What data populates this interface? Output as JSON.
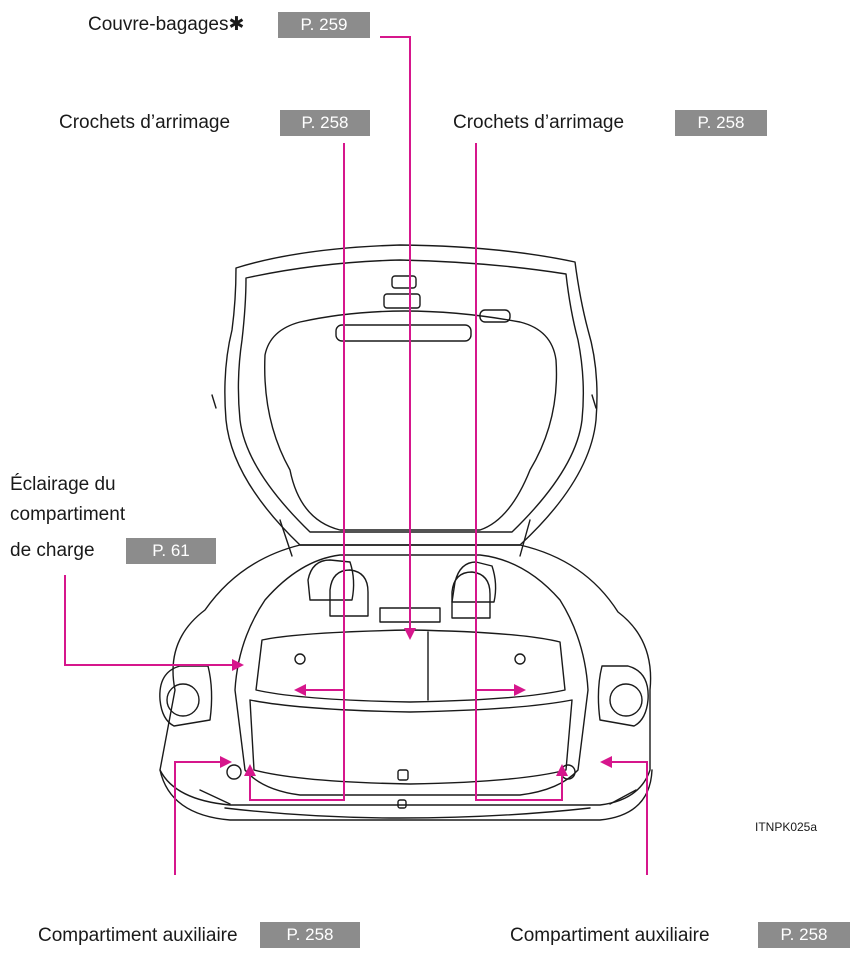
{
  "callouts": {
    "cover": {
      "label": "Couvre-bagages✱",
      "page": "P. 259"
    },
    "hooks_left": {
      "label": "Crochets d’arrimage",
      "page": "P. 258"
    },
    "hooks_right": {
      "label": "Crochets d’arrimage",
      "page": "P. 258"
    },
    "light": {
      "line1": "Éclairage du",
      "line2": "compartiment",
      "line3": "de charge",
      "page": "P. 61"
    },
    "aux_left": {
      "label": "Compartiment auxiliaire",
      "page": "P. 258"
    },
    "aux_right": {
      "label": "Compartiment auxiliaire",
      "page": "P. 258"
    }
  },
  "image_code": "ITNPK025a",
  "colors": {
    "leader": "#d6168c",
    "badge": "#8c8c8c",
    "line_art": "#1a1a1a"
  }
}
